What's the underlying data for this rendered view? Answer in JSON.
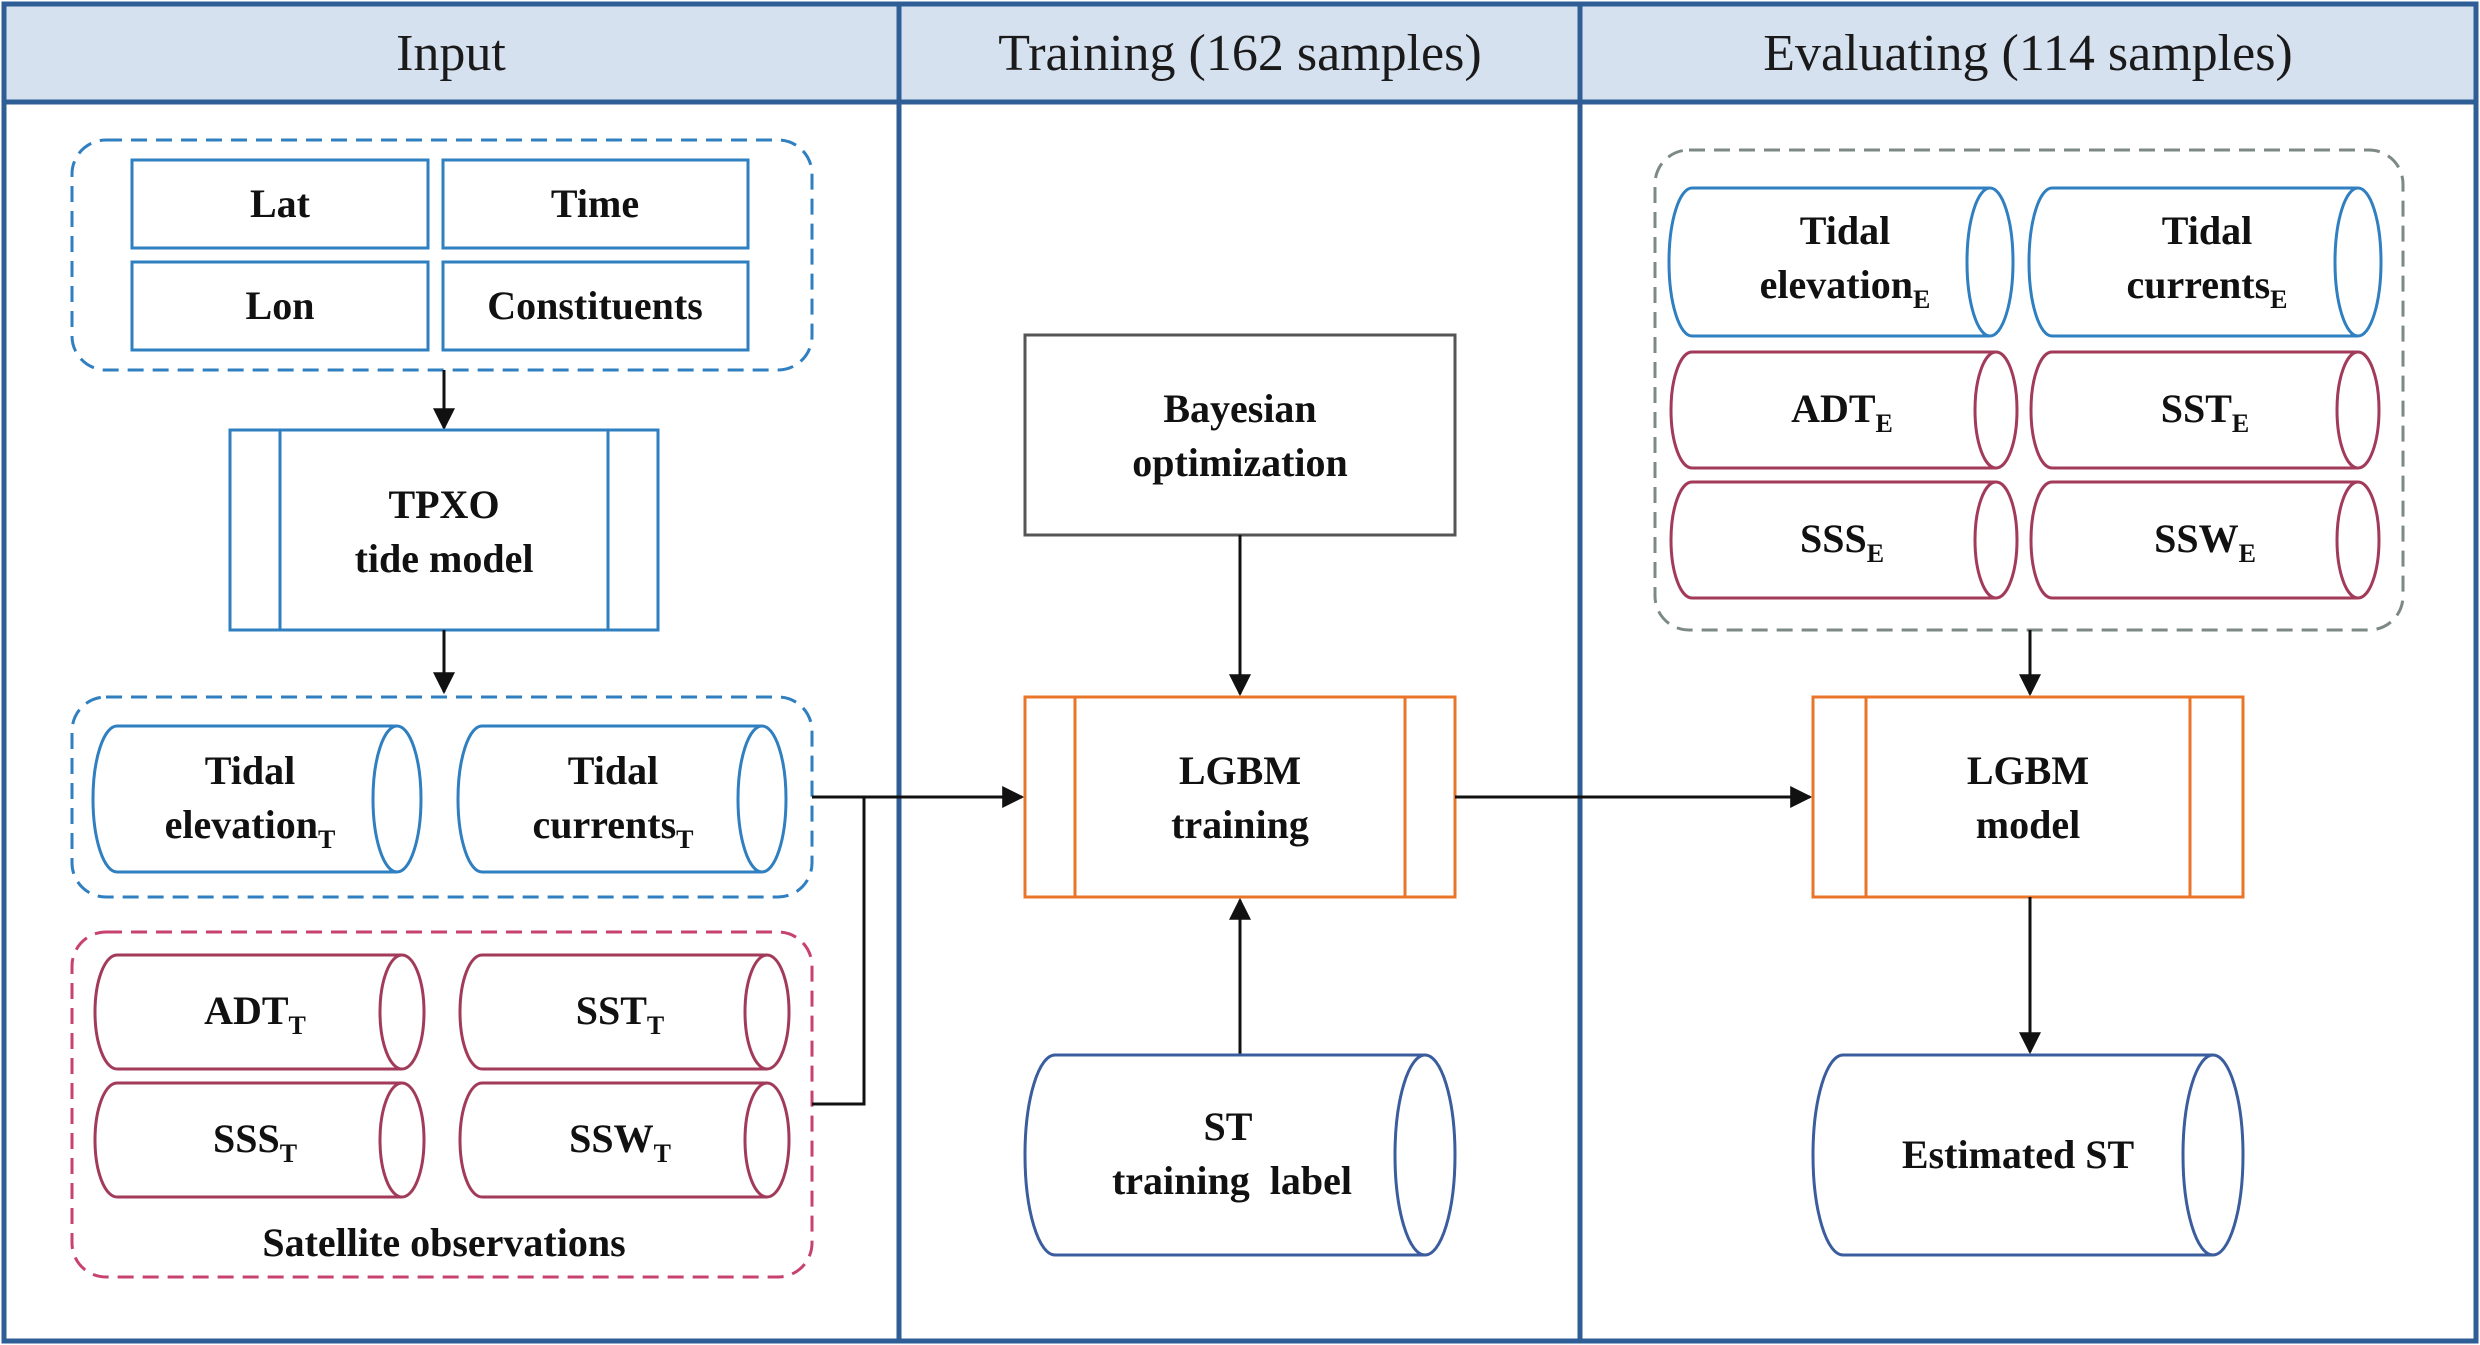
{
  "panels": {
    "input": {
      "header": "Input"
    },
    "training": {
      "header": "Training (162 samples)"
    },
    "evaluating": {
      "header": "Evaluating (114 samples)"
    }
  },
  "input": {
    "lat": "Lat",
    "time": "Time",
    "lon": "Lon",
    "constituents": "Constituents",
    "tide_model": {
      "line1": "TPXO",
      "line2": "tide model"
    },
    "tidal_elevation": {
      "line1": "Tidal",
      "line2": "elevation",
      "sub": "T"
    },
    "tidal_currents": {
      "line1": "Tidal",
      "line2": "currents",
      "sub": "T"
    },
    "adt": {
      "label": "ADT",
      "sub": "T"
    },
    "sst": {
      "label": "SST",
      "sub": "T"
    },
    "sss": {
      "label": "SSS",
      "sub": "T"
    },
    "ssw": {
      "label": "SSW",
      "sub": "T"
    },
    "satellite_label": "Satellite observations"
  },
  "training": {
    "bayesian": {
      "line1": "Bayesian",
      "line2": "optimization"
    },
    "lgbm": {
      "line1": "LGBM",
      "line2": "training"
    },
    "st_label": {
      "line1": "ST",
      "line2": "training  label"
    }
  },
  "evaluating": {
    "tidal_elevation": {
      "line1": "Tidal",
      "line2": "elevation",
      "sub": "E"
    },
    "tidal_currents": {
      "line1": "Tidal",
      "line2": "currents",
      "sub": "E"
    },
    "adt": {
      "label": "ADT",
      "sub": "E"
    },
    "sst": {
      "label": "SST",
      "sub": "E"
    },
    "sss": {
      "label": "SSS",
      "sub": "E"
    },
    "ssw": {
      "label": "SSW",
      "sub": "E"
    },
    "lgbm": {
      "line1": "LGBM",
      "line2": "model"
    },
    "estimated_st": "Estimated ST"
  },
  "colors": {
    "frame": "#2e5e95",
    "header_bg": "#d6e1f0",
    "blue": "#2f7fc1",
    "crimson": "#a23a5a",
    "pink_dash": "#c8426e",
    "gray": "#555555",
    "gray_dash": "#7d8a84",
    "orange": "#e8752a",
    "navy": "#3b5d9e",
    "arrow": "#111111"
  }
}
